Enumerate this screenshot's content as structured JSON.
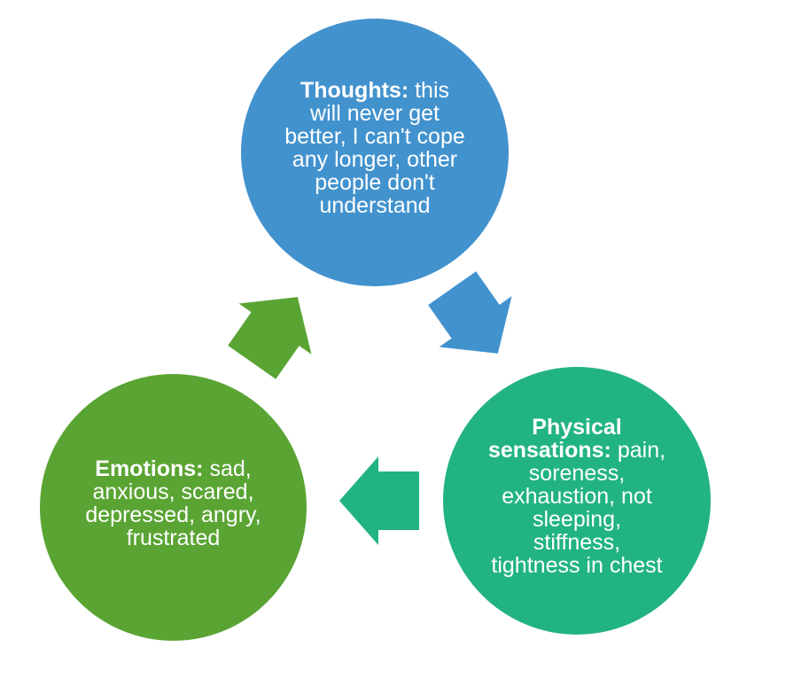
{
  "title": "Vicious cycle diagram",
  "colors": {
    "thoughts": "#4292CE",
    "physical": "#22B384",
    "emotions": "#5AA433",
    "text": "#FFFFFF",
    "background": "#FFFFFF"
  },
  "nodes": {
    "thoughts": {
      "label": "Thoughts:",
      "text": "this will never get better, I can't cope any longer, other people don't understand"
    },
    "physical": {
      "label": "Physical sensations:",
      "text": "pain, soreness, exhaustion, not sleeping, stiffness, tightness in chest"
    },
    "emotions": {
      "label": "Emotions:",
      "text": "sad, anxious, scared, depressed, angry, frustrated"
    }
  },
  "arrows": [
    {
      "from": "thoughts",
      "to": "physical",
      "direction": "down-right"
    },
    {
      "from": "physical",
      "to": "emotions",
      "direction": "left"
    },
    {
      "from": "emotions",
      "to": "thoughts",
      "direction": "up-right"
    }
  ]
}
